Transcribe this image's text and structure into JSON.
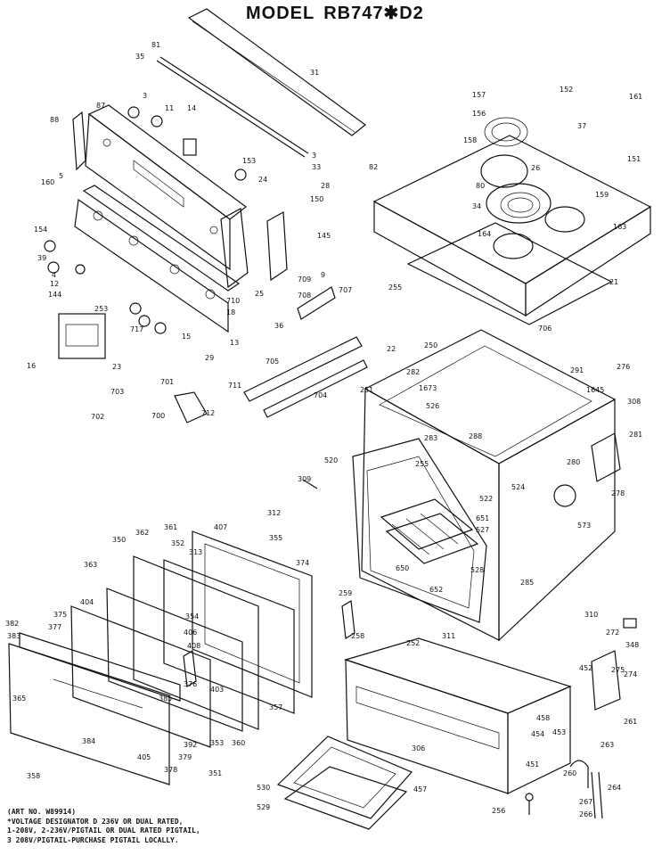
{
  "header": {
    "model_label": "MODEL",
    "model_number": "RB747✱D2"
  },
  "callouts": [
    "81",
    "35",
    "31",
    "157",
    "152",
    "161",
    "3",
    "11",
    "14",
    "88",
    "87",
    "156",
    "158",
    "37",
    "153",
    "3",
    "33",
    "82",
    "26",
    "151",
    "160",
    "5",
    "24",
    "28",
    "80",
    "159",
    "150",
    "34",
    "164",
    "163",
    "154",
    "39",
    "4",
    "12",
    "144",
    "145",
    "709",
    "9",
    "710",
    "25",
    "21",
    "18",
    "708",
    "707",
    "255",
    "22",
    "717",
    "15",
    "29",
    "36",
    "706",
    "253",
    "13",
    "16",
    "23",
    "250",
    "705",
    "704",
    "701",
    "711",
    "703",
    "700",
    "702",
    "712",
    "251",
    "282",
    "1673",
    "1645",
    "291",
    "276",
    "526",
    "283",
    "288",
    "308",
    "281",
    "520",
    "255",
    "309",
    "280",
    "522",
    "278",
    "524",
    "312",
    "361",
    "362",
    "350",
    "407",
    "355",
    "352",
    "313",
    "374",
    "363",
    "651",
    "573",
    "527",
    "650",
    "528",
    "404",
    "375",
    "354",
    "652",
    "285",
    "382",
    "377",
    "408",
    "406",
    "376",
    "259",
    "258",
    "252",
    "311",
    "310",
    "272",
    "348",
    "383",
    "385",
    "365",
    "403",
    "357",
    "274",
    "275",
    "452",
    "458",
    "454",
    "453",
    "261",
    "384",
    "405",
    "378",
    "379",
    "392",
    "353",
    "360",
    "263",
    "306",
    "451",
    "260",
    "264",
    "351",
    "358",
    "530",
    "529",
    "457",
    "256",
    "267",
    "266"
  ],
  "footer": {
    "art_no": "(ART NO. W89914)",
    "note_lines": [
      "*VOLTAGE DESIGNATOR D 236V OR DUAL RATED,",
      "1-208V, 2-236V/PIGTAIL OR DUAL RATED PIGTAIL,",
      "3 208V/PIGTAIL-PURCHASE PIGTAIL LOCALLY."
    ]
  }
}
